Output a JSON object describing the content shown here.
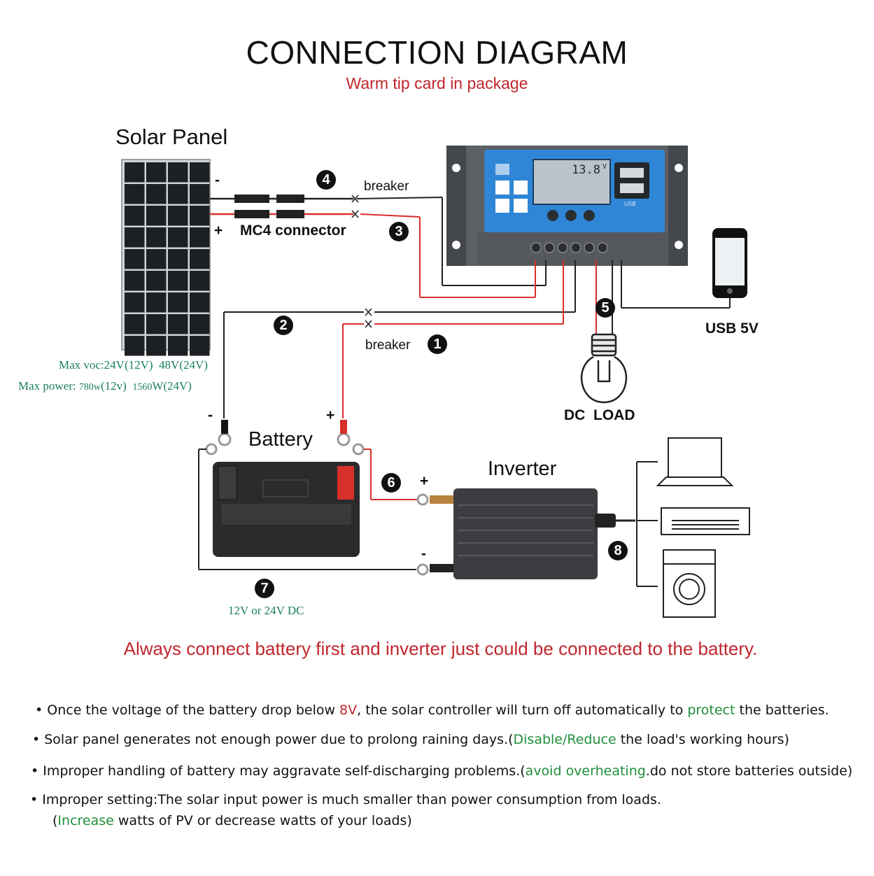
{
  "title": "CONNECTION DIAGRAM",
  "subtitle": "Warm tip card in package",
  "labels": {
    "solar_panel": "Solar Panel",
    "minus": "-",
    "plus": "+",
    "mc4": "MC4 connector",
    "breaker_top": "breaker",
    "breaker_bottom": "breaker",
    "usb": "USB 5V",
    "dc_load": "DC  LOAD",
    "battery": "Battery",
    "inverter": "Inverter",
    "batt_minus": "-",
    "batt_plus": "+",
    "inv_plus": "+",
    "inv_minus": "-",
    "max_voc": "Max voc:24V(12V)  48V(24V)",
    "max_power_a": "Max power: ",
    "max_power_b": "780w",
    "max_power_c": "(12v)  ",
    "max_power_d": "1560",
    "max_power_e": "W(24V)",
    "dc_volt": "12V or 24V DC"
  },
  "controller": {
    "display_value": "13.8",
    "display_unit": "V",
    "usb_label": "USB"
  },
  "steps": [
    "1",
    "2",
    "3",
    "4",
    "5",
    "6",
    "7",
    "8"
  ],
  "warning": "Always connect battery first and inverter just could be connected to the battery.",
  "notes": {
    "n1_a": "Once the voltage of the battery drop below ",
    "n1_b": "8V",
    "n1_c": ", the solar controller will turn off automatically to ",
    "n1_d": "protect",
    "n1_e": " the batteries.",
    "n2_a": "Solar panel generates not enough power due to prolong raining days.(",
    "n2_b": "Disable/Reduce",
    "n2_c": " the load's working hours)",
    "n3_a": "Improper handling of battery may aggravate self-discharging problems.(",
    "n3_b": "avoid overheating",
    "n3_c": ".do not store batteries outside)",
    "n4_a": "Improper setting:The solar input power is much smaller than power consumption from loads.",
    "n4_b": "(",
    "n4_c": "Increase",
    "n4_d": " watts of PV or decrease watts of your loads)"
  },
  "colors": {
    "red_wire": "#d9302c",
    "black_wire": "#222222",
    "controller_blue": "#2f86d6",
    "warning_red": "#c0262d",
    "note_green": "#1f8f3a",
    "teal": "#1b7f5f"
  }
}
